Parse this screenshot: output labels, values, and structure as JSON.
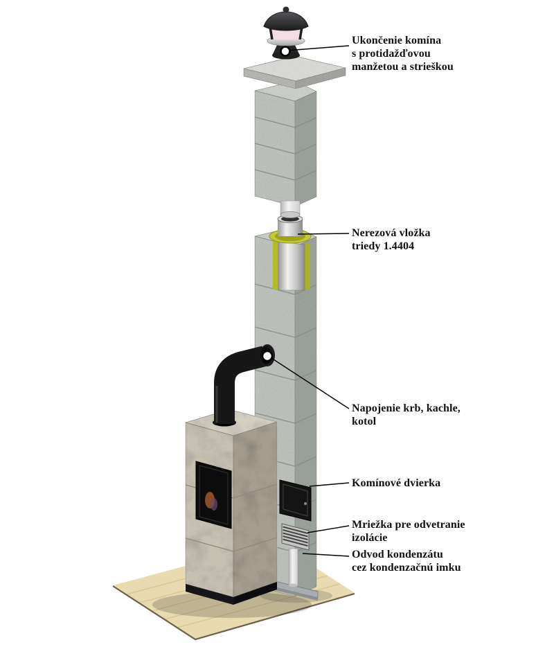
{
  "palette": {
    "background": "#ffffff",
    "concrete_light": "#bdc1bc",
    "concrete_dark": "#9ba19b",
    "concrete_top": "#cbcec9",
    "slab_grey": "#dadad6",
    "insulation_yellow": "#c3c937",
    "insulation_yellow_dark": "#9ea415",
    "stainless_steel": "#d9d9d9",
    "stove_stone_light": "#c7c1b4",
    "stove_stone_dark": "#a59e90",
    "pipe_black": "#171717",
    "wood_floor": "#e8dbb0",
    "text": "#111111"
  },
  "callouts": [
    {
      "id": "chimney-cap",
      "lines": [
        "Ukončenie komína",
        "s protidažďovou",
        "manžetou a strieškou"
      ]
    },
    {
      "id": "stainless-liner",
      "lines": [
        "Nerezová vložka",
        "triedy 1.4404"
      ]
    },
    {
      "id": "flue-connection",
      "lines": [
        "Napojenie krb, kachle,",
        "kotol"
      ]
    },
    {
      "id": "chimney-door",
      "lines": [
        "Komínové dvierka"
      ]
    },
    {
      "id": "ventilation-grille",
      "lines": [
        "Mriežka pre odvetranie",
        "izolácie"
      ]
    },
    {
      "id": "condensate-drain",
      "lines": [
        "Odvod kondenzátu",
        "cez kondenzačnú imku"
      ]
    }
  ]
}
